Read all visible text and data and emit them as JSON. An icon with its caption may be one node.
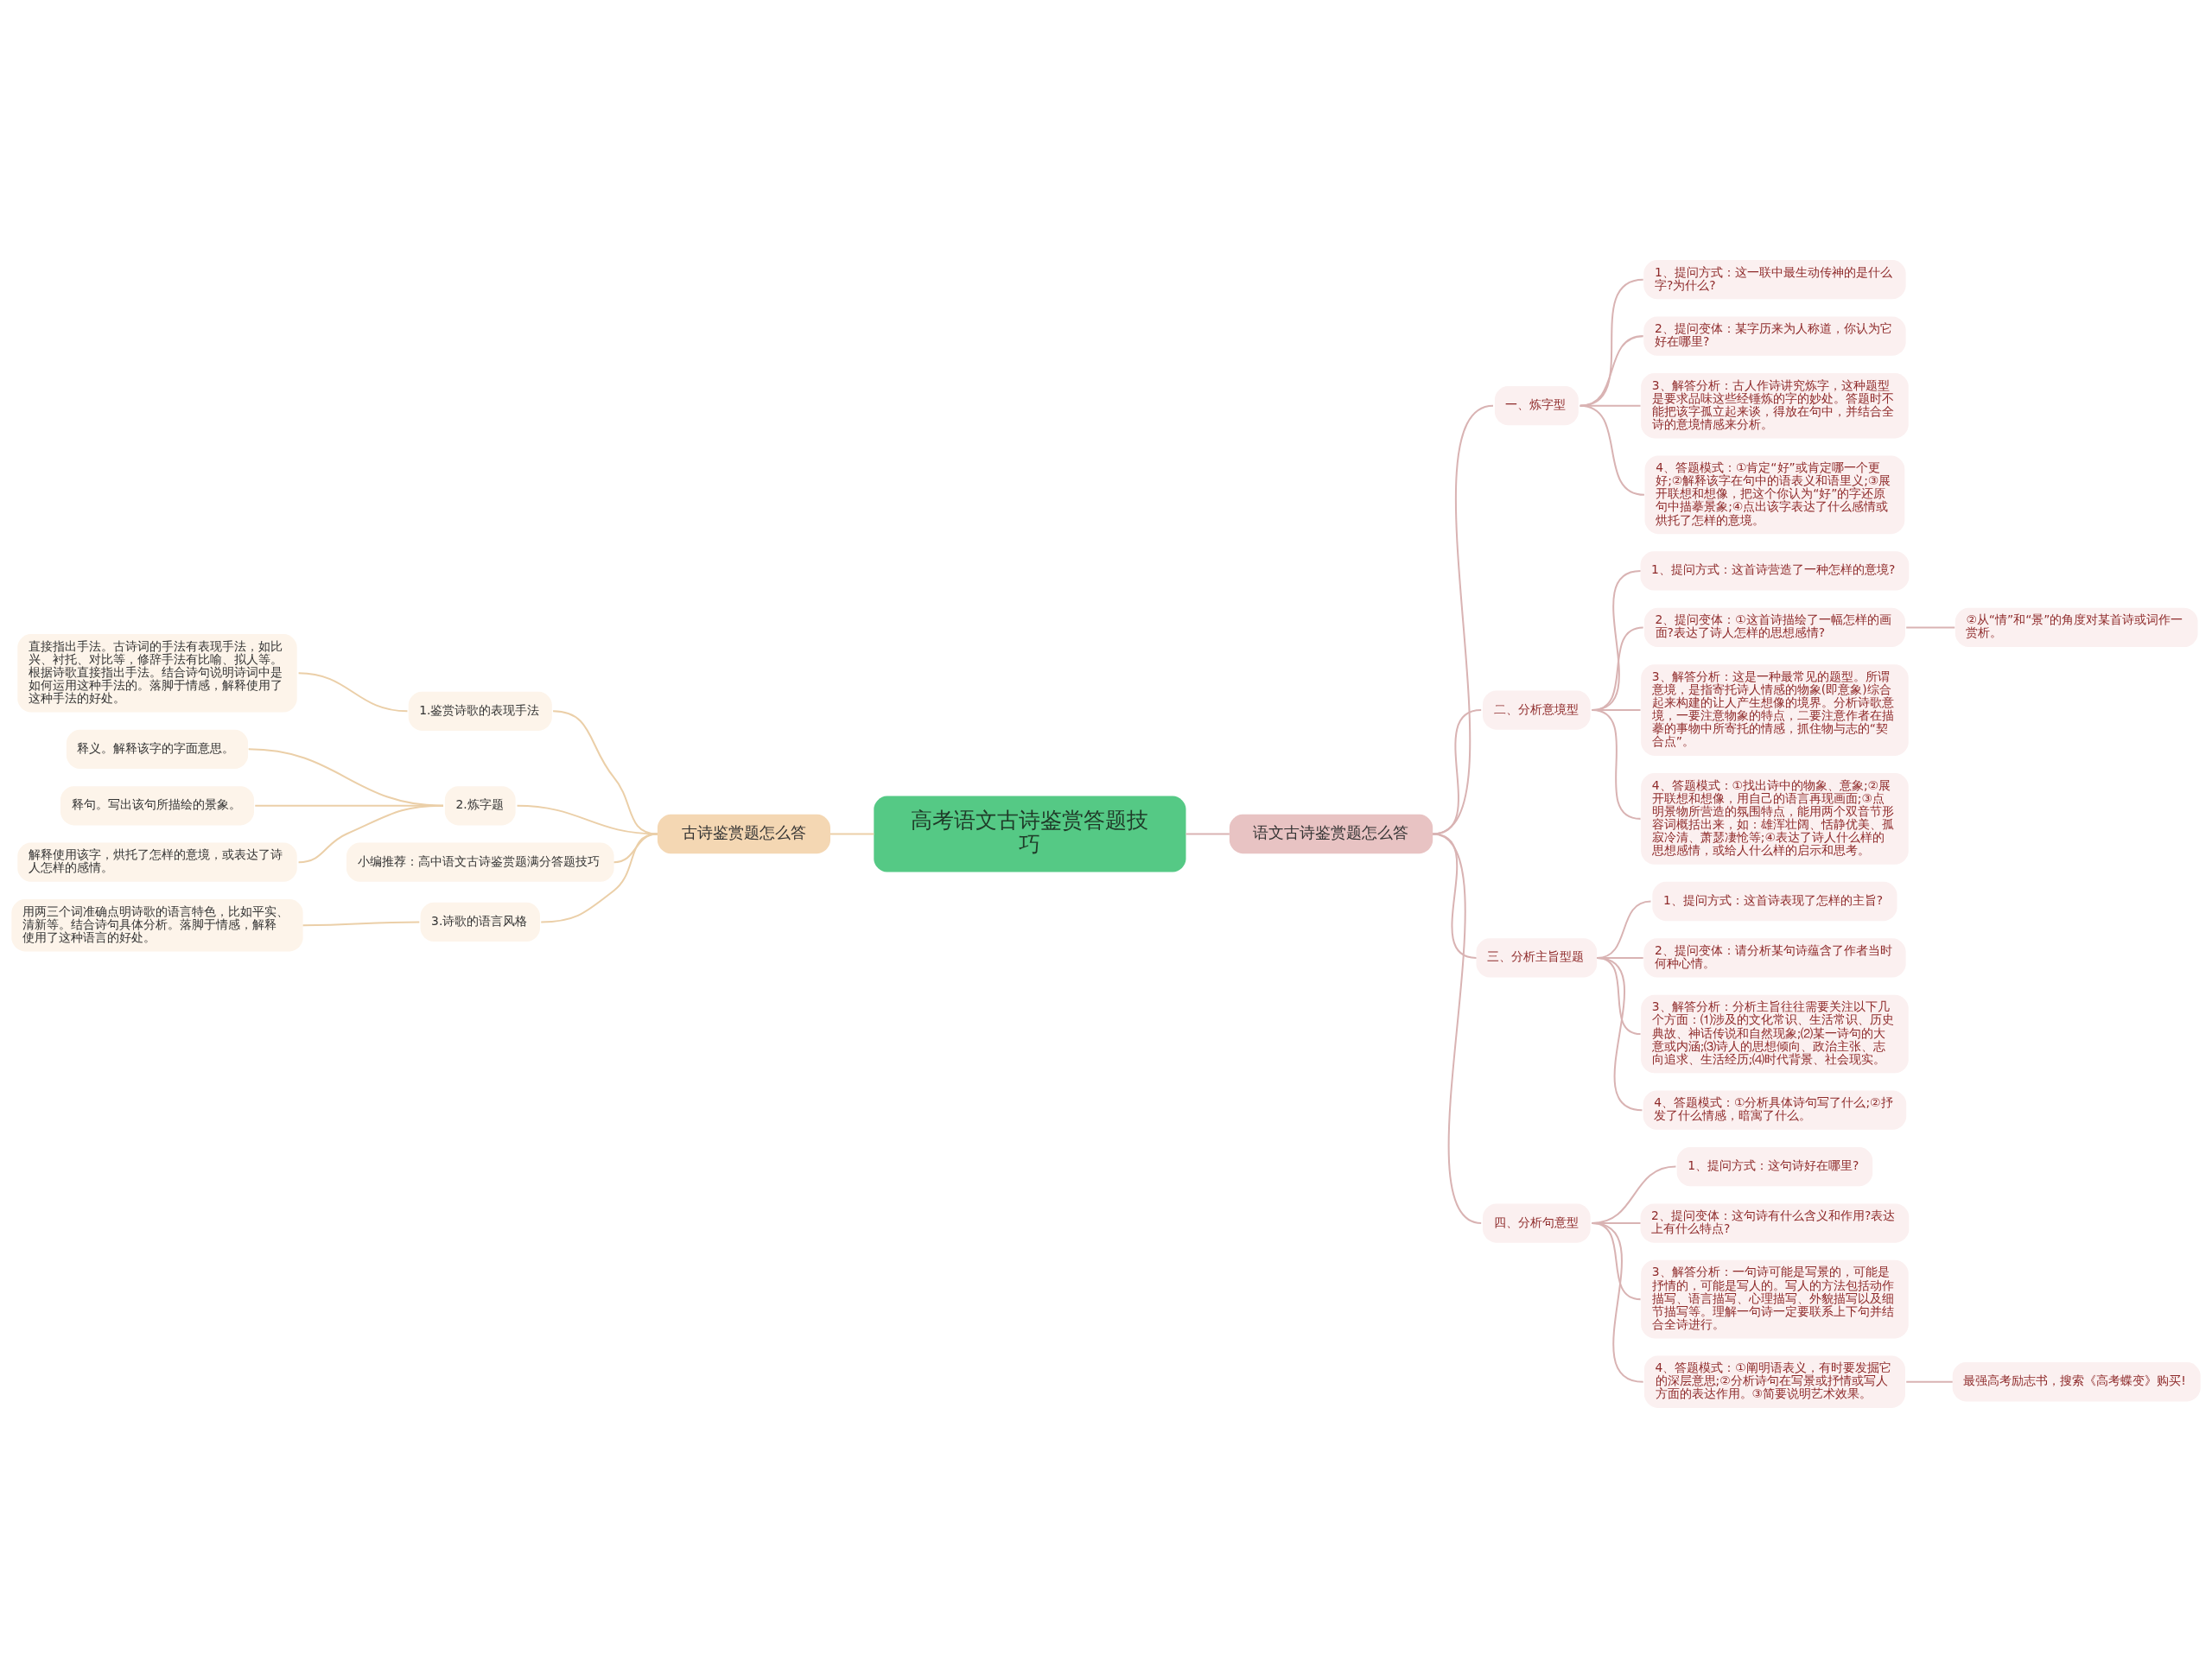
{
  "diagram": {
    "nodes": [
      {
        "text": [
          "高考语文古诗鉴赏答题技巧"
        ]
      },
      {
        "text": [
          "古诗鉴赏题怎么答"
        ]
      },
      {
        "text": [
          "1.鉴赏诗歌的表现手法"
        ]
      },
      {
        "text": [
          "直接指出手法。古诗词的手法有表现手法，如比兴、衬托、对比等，修辞手法有比喻、拟人等。根据诗歌直接指出手法。结合诗句说明诗词中是如何运用这种手法的。落脚于情感，解释使用了这种手法的好处。"
        ]
      },
      {
        "text": [
          "2.炼字题"
        ]
      },
      {
        "text": [
          "释义。解释该字的字面意思。"
        ]
      },
      {
        "text": [
          "释句。写出该句所描绘的景象。"
        ]
      },
      {
        "text": [
          "解释使用该字，烘托了怎样的意境，或表达了诗人怎样的感情。"
        ]
      },
      {
        "text": [
          "小编推荐：高中语文古诗鉴赏题满分答题技巧"
        ]
      },
      {
        "text": [
          "3.诗歌的语言风格"
        ]
      },
      {
        "text": [
          "用两三个词准确点明诗歌的语言特色，比如平实、清新等。结合诗句具体分析。落脚于情感，解释使用了这种语言的好处。"
        ]
      },
      {
        "text": [
          "语文古诗鉴赏题怎么答"
        ]
      },
      {
        "text": [
          "一、炼字型"
        ]
      },
      {
        "text": [
          "1、提问方式：这一联中最生动传神的是什么字?为什么?"
        ]
      },
      {
        "text": [
          "2、提问变体：某字历来为人称道，你认为它好在哪里?"
        ]
      },
      {
        "text": [
          "3、解答分析：古人作诗讲究炼字，这种题型是要求品味这些经锤炼的字的妙处。答题时不能把该字孤立起来谈，得放在句中，并结合全诗的意境情感来分析。"
        ]
      },
      {
        "text": [
          "4、答题模式：①肯定“好”或肯定哪一个更好;②解释该字在句中的语表义和语里义;③展开联想和想像，把这个你认为“好”的字还原句中描摹景象;④点出该字表达了什么感情或烘托了怎样的意境。"
        ]
      },
      {
        "text": [
          "二、分析意境型"
        ]
      },
      {
        "text": [
          "1、提问方式：这首诗营造了一种怎样的意境?"
        ]
      },
      {
        "text": [
          "2、提问变体：①这首诗描绘了一幅怎样的画面?表达了诗人怎样的思想感情?"
        ]
      },
      {
        "text": [
          "②从“情”和“景”的角度对某首诗或词作一赏析。"
        ]
      },
      {
        "text": [
          "3、解答分析：这是一种最常见的题型。所谓意境，是指寄托诗人情感的物象(即意象)综合起来构建的让人产生想像的境界。分析诗歌意境，一要注意物象的特点，二要注意作者在描摹的事物中所寄托的情感，抓住物与志的“契合点”。"
        ]
      },
      {
        "text": [
          "4、答题模式：①找出诗中的物象、意象;②展开联想和想像，用自己的语言再现画面;③点明景物所营造的氛围特点，能用两个双音节形容词概括出来，如：雄浑壮阔、恬静优美、孤寂冷清、萧瑟凄怆等;④表达了诗人什么样的思想感情，或给人什么样的启示和思考。"
        ]
      },
      {
        "text": [
          "三、分析主旨型题"
        ]
      },
      {
        "text": [
          "1、提问方式：这首诗表现了怎样的主旨?"
        ]
      },
      {
        "text": [
          "2、提问变体：请分析某句诗蕴含了作者当时何种心情。"
        ]
      },
      {
        "text": [
          "3、解答分析：分析主旨往往需要关注以下几个方面：⑴涉及的文化常识、生活常识、历史典故、神话传说和自然现象;⑵某一诗句的大意或内涵;⑶诗人的思想倾向、政治主张、志向追求、生活经历;⑷时代背景、社会现实。"
        ]
      },
      {
        "text": [
          "4、答题模式：①分析具体诗句写了什么;②抒发了什么情感，暗寓了什么。"
        ]
      },
      {
        "text": [
          "四、分析句意型"
        ]
      },
      {
        "text": [
          "1、提问方式：这句诗好在哪里?"
        ]
      },
      {
        "text": [
          "2、提问变体：这句诗有什么含义和作用?表达上有什么特点?"
        ]
      },
      {
        "text": [
          "3、解答分析：一句诗可能是写景的，可能是抒情的，可能是写人的。写人的方法包括动作描写、语言描写、心理描写、外貌描写以及细节描写等。理解一句诗一定要联系上下句并结合全诗进行。"
        ]
      },
      {
        "text": [
          "4、答题模式：①阐明语表义，有时要发掘它的深层意思;②分析诗句在写景或抒情或写人方面的表达作用。③简要说明艺术效果。"
        ]
      },
      {
        "text": [
          "最强高考励志书，搜索《高考蝶变》购买!"
        ]
      }
    ],
    "edges": [
      {
        "from": 0,
        "to": 1,
        "arrow": "none",
        "color": "#ebcfa8"
      },
      {
        "from": 1,
        "to": 2,
        "arrow": "none",
        "color": "#ebcfa8"
      },
      {
        "from": 2,
        "to": 3,
        "arrow": "none",
        "color": "#ebcfa8"
      },
      {
        "from": 1,
        "to": 4,
        "arrow": "none",
        "color": "#ebcfa8"
      },
      {
        "from": 4,
        "to": 5,
        "arrow": "none",
        "color": "#ebcfa8"
      },
      {
        "from": 4,
        "to": 6,
        "arrow": "none",
        "color": "#ebcfa8"
      },
      {
        "from": 4,
        "to": 7,
        "arrow": "none",
        "color": "#ebcfa8"
      },
      {
        "from": 1,
        "to": 8,
        "arrow": "none",
        "color": "#ebcfa8"
      },
      {
        "from": 1,
        "to": 9,
        "arrow": "none",
        "color": "#ebcfa8"
      },
      {
        "from": 9,
        "to": 10,
        "arrow": "none",
        "color": "#ebcfa8"
      },
      {
        "from": 0,
        "to": 11,
        "arrow": "none"
      },
      {
        "from": 11,
        "to": 12,
        "arrow": "none"
      },
      {
        "from": 12,
        "to": 13,
        "arrow": "none"
      },
      {
        "from": 12,
        "to": 14,
        "arrow": "none"
      },
      {
        "from": 12,
        "to": 15,
        "arrow": "none"
      },
      {
        "from": 12,
        "to": 16,
        "arrow": "none"
      },
      {
        "from": 11,
        "to": 17,
        "arrow": "none"
      },
      {
        "from": 17,
        "to": 18,
        "arrow": "none"
      },
      {
        "from": 17,
        "to": 19,
        "arrow": "none"
      },
      {
        "from": 19,
        "to": 20,
        "arrow": "none"
      },
      {
        "from": 17,
        "to": 21,
        "arrow": "none"
      },
      {
        "from": 17,
        "to": 22,
        "arrow": "none"
      },
      {
        "from": 11,
        "to": 23,
        "arrow": "none"
      },
      {
        "from": 23,
        "to": 24,
        "arrow": "none"
      },
      {
        "from": 23,
        "to": 25,
        "arrow": "none"
      },
      {
        "from": 23,
        "to": 26,
        "arrow": "none"
      },
      {
        "from": 23,
        "to": 27,
        "arrow": "none"
      },
      {
        "from": 11,
        "to": 28,
        "arrow": "none"
      },
      {
        "from": 28,
        "to": 29,
        "arrow": "none"
      },
      {
        "from": 28,
        "to": 30,
        "arrow": "none"
      },
      {
        "from": 28,
        "to": 31,
        "arrow": "none"
      },
      {
        "from": 28,
        "to": 32,
        "arrow": "none"
      },
      {
        "from": 32,
        "to": 33,
        "arrow": "none"
      }
    ]
  }
}
